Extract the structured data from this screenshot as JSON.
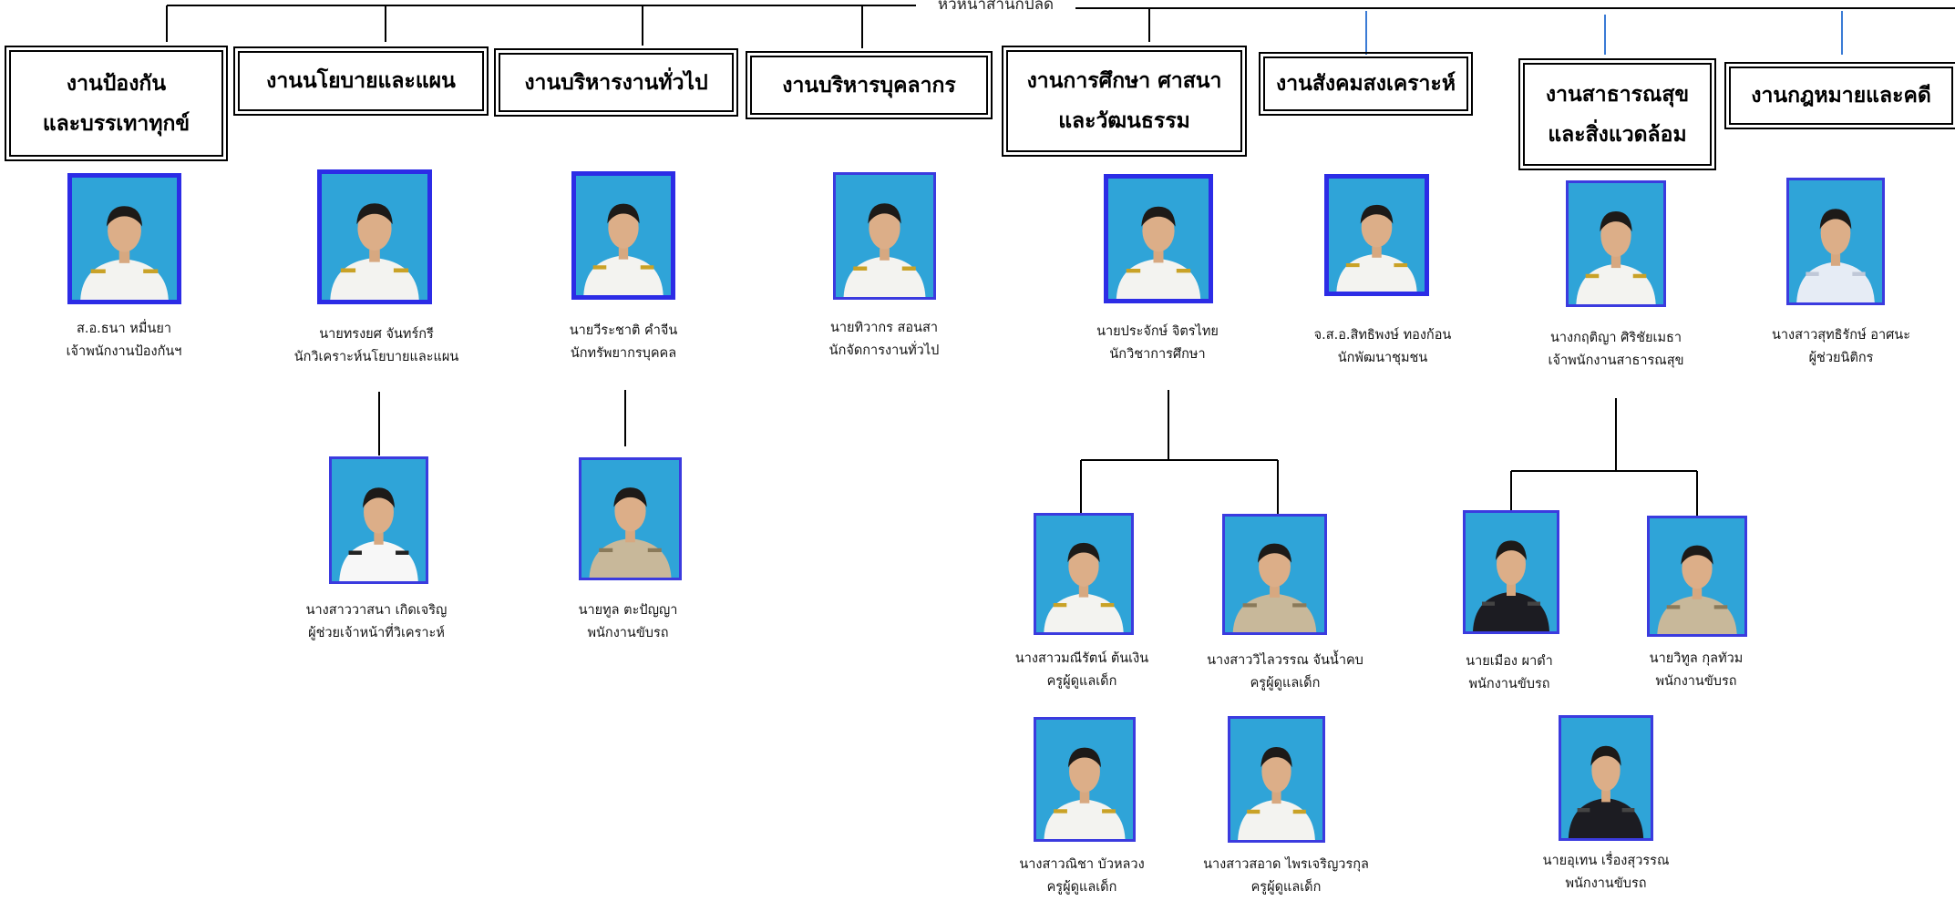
{
  "header": {
    "title": "หัวหน้าสำนักปลัด"
  },
  "colors": {
    "photo_border": "#2c2ce6",
    "photo_background": "#2fa4d8",
    "connector": "#000000",
    "accent_connector": "#3a7bd5"
  },
  "departments": [
    {
      "id": "protect",
      "label": "งานป้องกัน\nและบรรเทาทุกข์"
    },
    {
      "id": "policy",
      "label": "งานนโยบายและแผน"
    },
    {
      "id": "general",
      "label": "งานบริหารงานทั่วไป"
    },
    {
      "id": "personnel",
      "label": "งานบริหารบุคลากร"
    },
    {
      "id": "education",
      "label": "งานการศึกษา ศาสนา\nและวัฒนธรรม"
    },
    {
      "id": "social",
      "label": "งานสังคมสงเคราะห์"
    },
    {
      "id": "health",
      "label": "งานสาธารณสุข\nและสิ่งแวดล้อม"
    },
    {
      "id": "legal",
      "label": "งานกฎหมายและคดี"
    }
  ],
  "staff": [
    {
      "id": "p1",
      "name": "ส.อ.ธนา หมื่นยา",
      "position": "เจ้าพนักงานป้องกันฯ",
      "uniform": "white"
    },
    {
      "id": "p2",
      "name": "นายทรงยศ จันทร์กรี",
      "position": "นักวิเคราะห์นโยบายและแผน",
      "uniform": "white"
    },
    {
      "id": "p3",
      "name": "นายวีระชาติ คำจีน",
      "position": "นักทรัพยากรบุคคล",
      "uniform": "white"
    },
    {
      "id": "p4",
      "name": "นายทิวากร สอนสา",
      "position": "นักจัดการงานทั่วไป",
      "uniform": "white"
    },
    {
      "id": "p5",
      "name": "นายประจักษ์ จิตรไทย",
      "position": "นักวิชาการศึกษา",
      "uniform": "white"
    },
    {
      "id": "p6",
      "name": "จ.ส.อ.สิทธิพงษ์ ทองก้อน",
      "position": "นักพัฒนาชุมชน",
      "uniform": "white"
    },
    {
      "id": "p7",
      "name": "นางกฤติญา ศิริชัยเมธา",
      "position": "เจ้าพนักงานสาธารณสุข",
      "uniform": "white"
    },
    {
      "id": "p8",
      "name": "นางสาวสุทธิรักษ์ อาศนะ",
      "position": "ผู้ช่วยนิติกร",
      "uniform": "shirt"
    },
    {
      "id": "p9",
      "name": "นางสาววาสนา เกิดเจริญ",
      "position": "ผู้ช่วยเจ้าหน้าที่วิเคราะห์",
      "uniform": "student"
    },
    {
      "id": "p10",
      "name": "นายทูล ตะปัญญา",
      "position": "พนักงานขับรถ",
      "uniform": "khaki"
    },
    {
      "id": "p11",
      "name": "นางสาวมณีรัตน์ ต้นเงิน",
      "position": "ครูผู้ดูแลเด็ก",
      "uniform": "white"
    },
    {
      "id": "p12",
      "name": "นางสาววิไลวรรณ จันน้ำคบ",
      "position": "ครูผู้ดูแลเด็ก",
      "uniform": "khaki"
    },
    {
      "id": "p13",
      "name": "นางสาวณิชา บัวหลวง",
      "position": "ครูผู้ดูแลเด็ก",
      "uniform": "white"
    },
    {
      "id": "p14",
      "name": "นางสาวสอาด ไพรเจริญวรกุล",
      "position": "ครูผู้ดูแลเด็ก",
      "uniform": "white"
    },
    {
      "id": "p15",
      "name": "นายเมือง ผาดำ",
      "position": "พนักงานขับรถ",
      "uniform": "dark"
    },
    {
      "id": "p16",
      "name": "นายวิทูล กุลทัวม",
      "position": "พนักงานขับรถ",
      "uniform": "khaki"
    },
    {
      "id": "p17",
      "name": "นายอุเทน เรื่องสุวรรณ",
      "position": "พนักงานขับรถ",
      "uniform": "dark"
    }
  ]
}
